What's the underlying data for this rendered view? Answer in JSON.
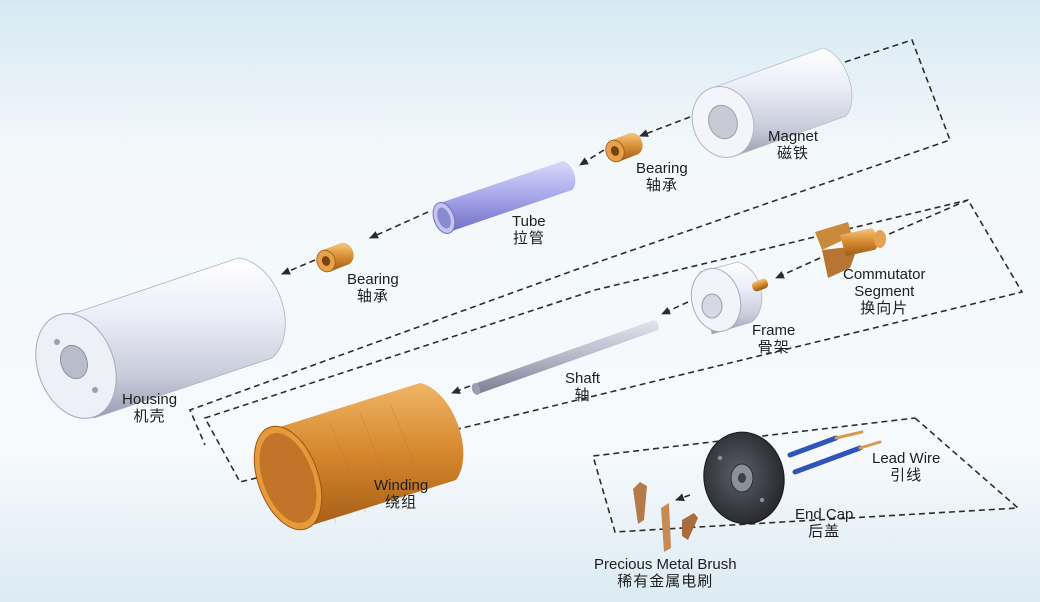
{
  "components": {
    "magnet": {
      "en": "Magnet",
      "zh": "磁铁"
    },
    "bearing_1": {
      "en": "Bearing",
      "zh": "轴承"
    },
    "tube": {
      "en": "Tube",
      "zh": "拉管"
    },
    "bearing_2": {
      "en": "Bearing",
      "zh": "轴承"
    },
    "housing": {
      "en": "Housing",
      "zh": "机壳"
    },
    "commutator": {
      "en1": "Commutator",
      "en2": "Segment",
      "zh": "换向片"
    },
    "frame": {
      "en": "Frame",
      "zh": "骨架"
    },
    "shaft": {
      "en": "Shaft",
      "zh": "轴"
    },
    "winding": {
      "en": "Winding",
      "zh": "绕组"
    },
    "lead_wire": {
      "en": "Lead Wire",
      "zh": "引线"
    },
    "end_cap": {
      "en": "End Cap",
      "zh": "后盖"
    },
    "brush": {
      "en": "Precious Metal Brush",
      "zh": "稀有金属电刷"
    }
  },
  "colors": {
    "metal_light": "#e4e6f2",
    "tube_blue": "#a9a9e8",
    "copper": "#d4882c",
    "winding_orange": "#d9892e",
    "end_cap_dark": "#3a3d44",
    "wire_blue": "#2f55b8",
    "dashed_line": "#333333"
  }
}
